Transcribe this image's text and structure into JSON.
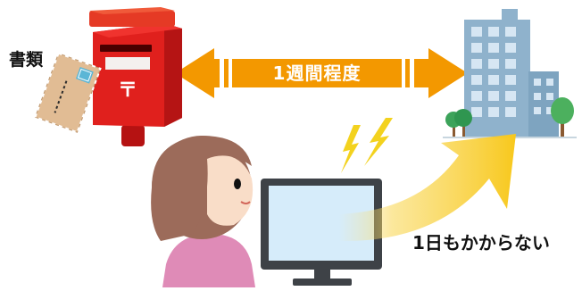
{
  "labels": {
    "documents": "書類",
    "mail_duration": "1週間程度",
    "online_duration": "1日もかからない"
  },
  "colors": {
    "mail_arrow": "#f39800",
    "online_arrow": "#f8c81c",
    "postbox": "#e0201d",
    "building": "#8fb2cc",
    "tree": "#3ca35a",
    "monitor_frame": "#3e4247",
    "monitor_screen": "#d6ecfa",
    "lightning": "#f3d21e",
    "shirt": "#df8bb7",
    "hair": "#9c6b5a",
    "skin": "#f9ddc8"
  },
  "icons": [
    "envelope-icon",
    "postbox-icon",
    "office-building-icon",
    "tree-icon",
    "lightning-icon",
    "person-icon",
    "computer-monitor-icon"
  ]
}
